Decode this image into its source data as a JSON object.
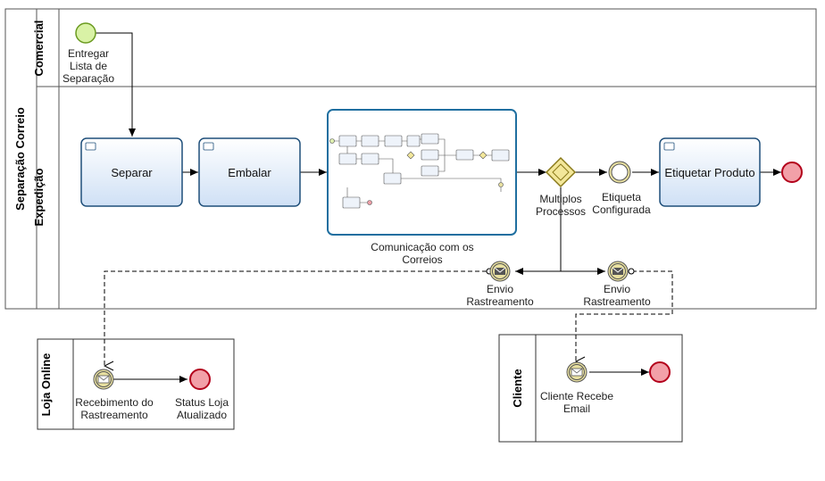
{
  "pool": {
    "name": "Separação Correio",
    "lanes": [
      "Comercial",
      "Expedição"
    ]
  },
  "other_pools": {
    "loja_online": "Loja Online",
    "cliente": "Cliente"
  },
  "events": {
    "start_label": "Entregar\nLista de\nSeparação",
    "etiqueta_label": "Etiqueta\nConfigurada",
    "envio_left_label": "Envio\nRastreamento",
    "envio_right_label": "Envio\nRastreamento",
    "loja_receive_label": "Recebimento do\nRastreamento",
    "loja_end_label": "Status Loja\nAtualizado",
    "cliente_receive_label": "Cliente Recebe\nEmail"
  },
  "tasks": {
    "separar": "Separar",
    "embalar": "Embalar",
    "etiquetar": "Etiquetar Produto"
  },
  "subprocess": {
    "label": "Comunicação com os\nCorreios"
  },
  "gateway": {
    "label": "Multiplos\nProcessos"
  },
  "colors": {
    "task_fill_top": "#ffffff",
    "task_fill_bottom": "#cfe0f5",
    "task_stroke": "#1f4f7a",
    "start_fill": "#d9f2a6",
    "end_fill": "#f2a0a8",
    "end_stroke": "#b3001b",
    "intermediate_fill": "#e8e0a0",
    "gateway_fill": "#f3e79a"
  }
}
